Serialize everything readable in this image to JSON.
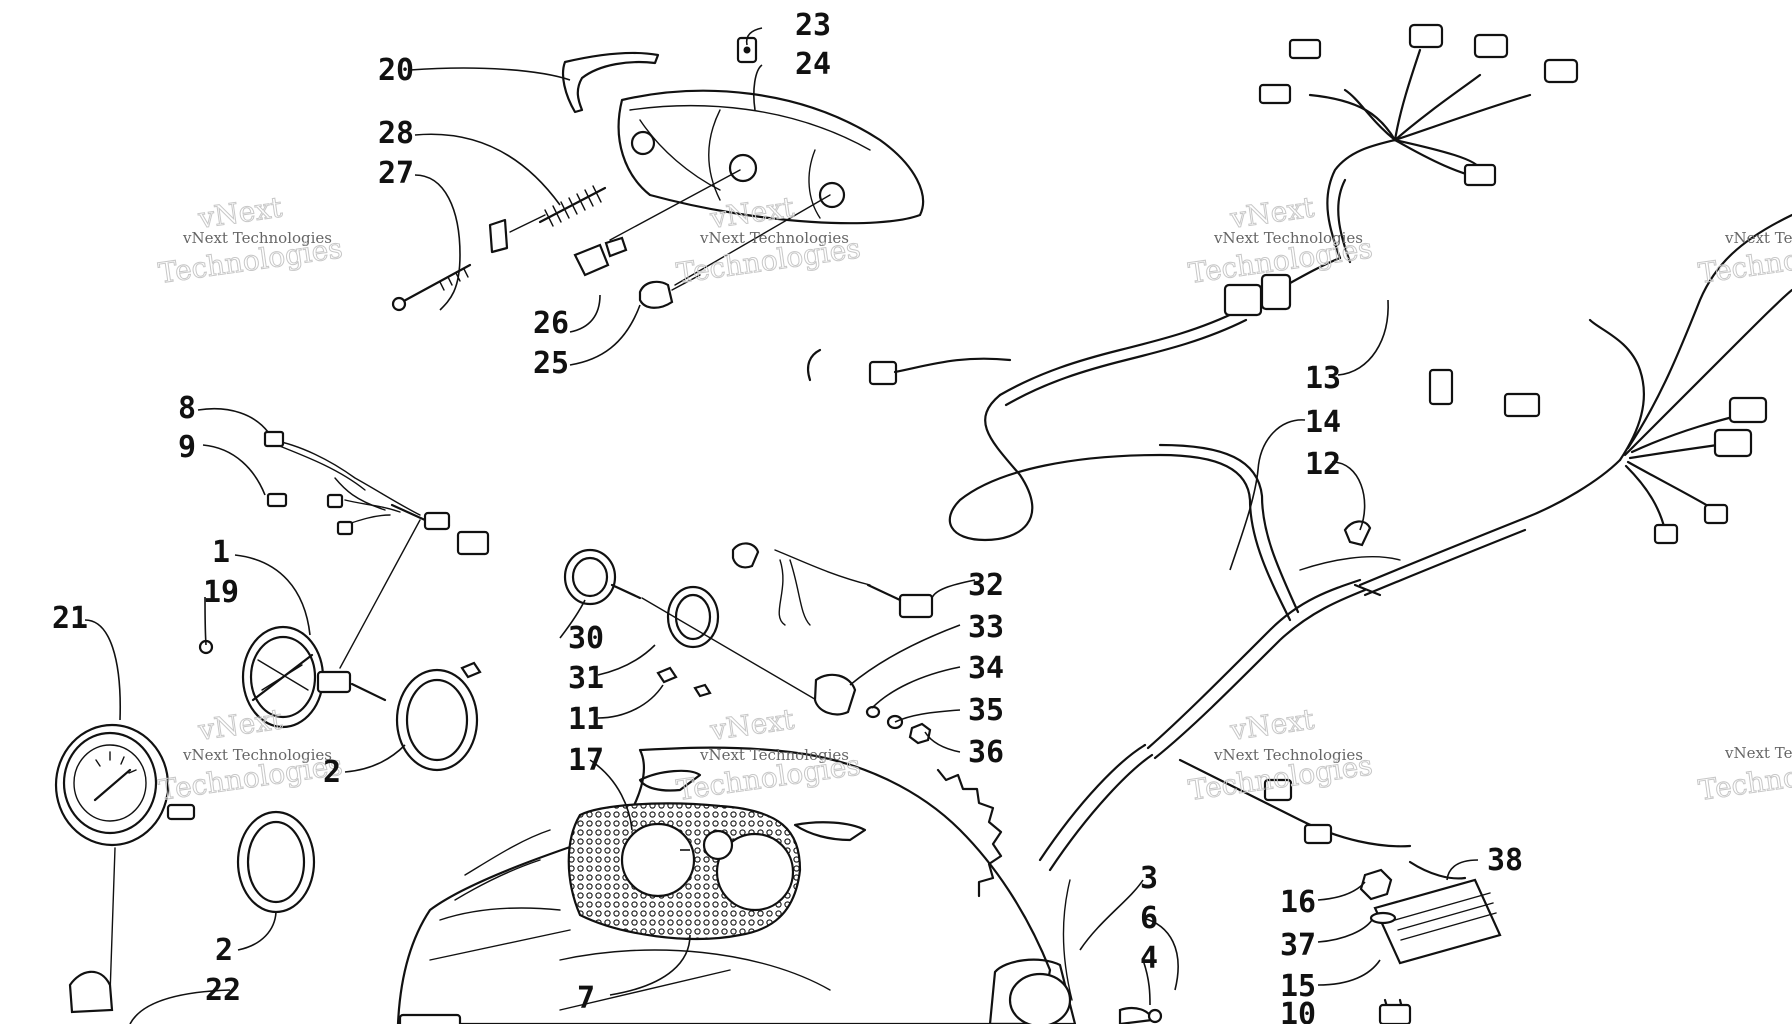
{
  "watermark": {
    "line1": "vNext",
    "line2": "vNext Technologies",
    "line3": "Technologies"
  },
  "callouts": {
    "c1": "1",
    "c2a": "2",
    "c2b": "2",
    "c3": "3",
    "c4": "4",
    "c6": "6",
    "c7": "7",
    "c8": "8",
    "c9": "9",
    "c10": "10",
    "c11": "11",
    "c12": "12",
    "c13": "13",
    "c14": "14",
    "c15": "15",
    "c16": "16",
    "c17": "17",
    "c19": "19",
    "c20": "20",
    "c21": "21",
    "c22": "22",
    "c23": "23",
    "c24": "24",
    "c25": "25",
    "c26": "26",
    "c27": "27",
    "c28": "28",
    "c30": "30",
    "c31": "31",
    "c32": "32",
    "c33": "33",
    "c34": "34",
    "c35": "35",
    "c36": "36",
    "c37": "37",
    "c38": "38"
  }
}
